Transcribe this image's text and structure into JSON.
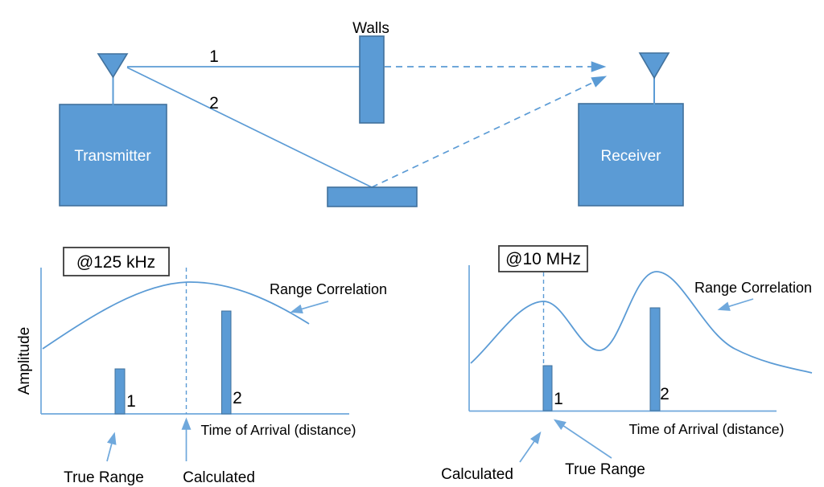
{
  "colors": {
    "shape_fill": "#5b9bd5",
    "shape_border": "#41719c",
    "diagram_line_blue": "#5b9bd5",
    "annotation_arrow_blue": "#6fa8dc",
    "freq_box_border": "#3b3b3b",
    "text": "#000000",
    "box_text_white": "#ffffff"
  },
  "diagram": {
    "transmitter_label": "Transmitter",
    "receiver_label": "Receiver",
    "walls_label": "Walls",
    "path1_label": "1",
    "path2_label": "2"
  },
  "chart_left": {
    "freq_label": "@125 kHz",
    "ylabel": "Amplitude",
    "xlabel": "Time of Arrival (distance)",
    "curve_label": "Range Correlation",
    "bar1_label": "1",
    "bar2_label": "2",
    "true_range_label": "True Range",
    "calculated_label": "Calculated"
  },
  "chart_right": {
    "freq_label": "@10 MHz",
    "xlabel": "Time of Arrival (distance)",
    "curve_label": "Range Correlation",
    "bar1_label": "1",
    "bar2_label": "2",
    "true_range_label": "True Range",
    "calculated_label": "Calculated"
  },
  "chart_data": [
    {
      "type": "line+bar",
      "title": "@125 kHz",
      "xlabel": "Time of Arrival (distance)",
      "ylabel": "Amplitude",
      "axis_ranges": "unlabeled qualitative axes, values normalized 0-1",
      "grid": false,
      "legend": false,
      "series": [
        {
          "name": "Range Correlation",
          "x_norm": [
            0.0,
            0.22,
            0.47,
            0.68,
            0.87
          ],
          "y_norm": [
            0.44,
            0.71,
            0.9,
            0.8,
            0.61
          ]
        }
      ],
      "bars": [
        {
          "label": "1",
          "x_norm": 0.26,
          "height_norm": 0.31
        },
        {
          "label": "2",
          "x_norm": 0.6,
          "height_norm": 0.7
        }
      ],
      "annotations": [
        {
          "text": "Calculated",
          "x_norm": 0.47,
          "style": "dashed vertical line at single broad correlation peak"
        },
        {
          "text": "True Range",
          "x_norm": 0.26,
          "style": "arrow pointing below bar 1"
        }
      ]
    },
    {
      "type": "line+bar",
      "title": "@10 MHz",
      "xlabel": "Time of Arrival (distance)",
      "ylabel": "",
      "axis_ranges": "unlabeled qualitative axes, values normalized 0-1",
      "grid": false,
      "legend": false,
      "series": [
        {
          "name": "Range Correlation",
          "x_norm": [
            0.0,
            0.24,
            0.42,
            0.61,
            0.86,
            1.11
          ],
          "y_norm": [
            0.33,
            0.75,
            0.42,
            0.96,
            0.43,
            0.26
          ]
        }
      ],
      "bars": [
        {
          "label": "1",
          "x_norm": 0.26,
          "height_norm": 0.31
        },
        {
          "label": "2",
          "x_norm": 0.6,
          "height_norm": 0.71
        }
      ],
      "annotations": [
        {
          "text": "Calculated",
          "x_norm": 0.24,
          "style": "dashed vertical line at first correlation peak"
        },
        {
          "text": "True Range",
          "x_norm": 0.26,
          "style": "arrow pointing at bar 1 base"
        }
      ]
    }
  ]
}
